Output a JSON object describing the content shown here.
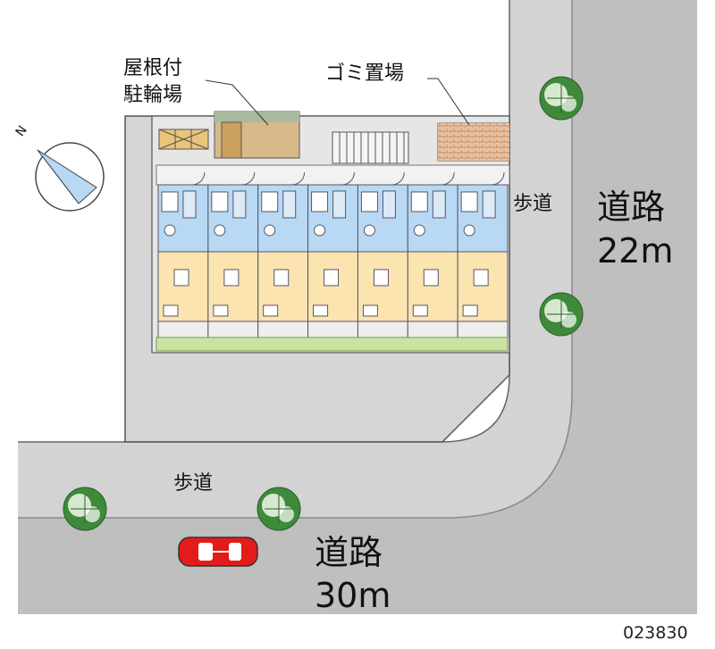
{
  "map": {
    "facilities": {
      "bicycle_parking": "屋根付\n駐輪場",
      "garbage": "ゴミ置場"
    },
    "sidewalk_east": "歩道",
    "sidewalk_south": "歩道",
    "road_east": {
      "name": "道路",
      "width": "22m"
    },
    "road_south": {
      "name": "道路",
      "width": "30m"
    },
    "property_code": "023830",
    "north_indicator": "N",
    "unit_count": 7,
    "colors": {
      "road": "#bfbfbf",
      "lot": "#d6d6d6",
      "room": "#fce4b0",
      "wet_area": "#b8d8f4",
      "greenery": "#c9e3a1",
      "car": "#e41b1b"
    }
  }
}
